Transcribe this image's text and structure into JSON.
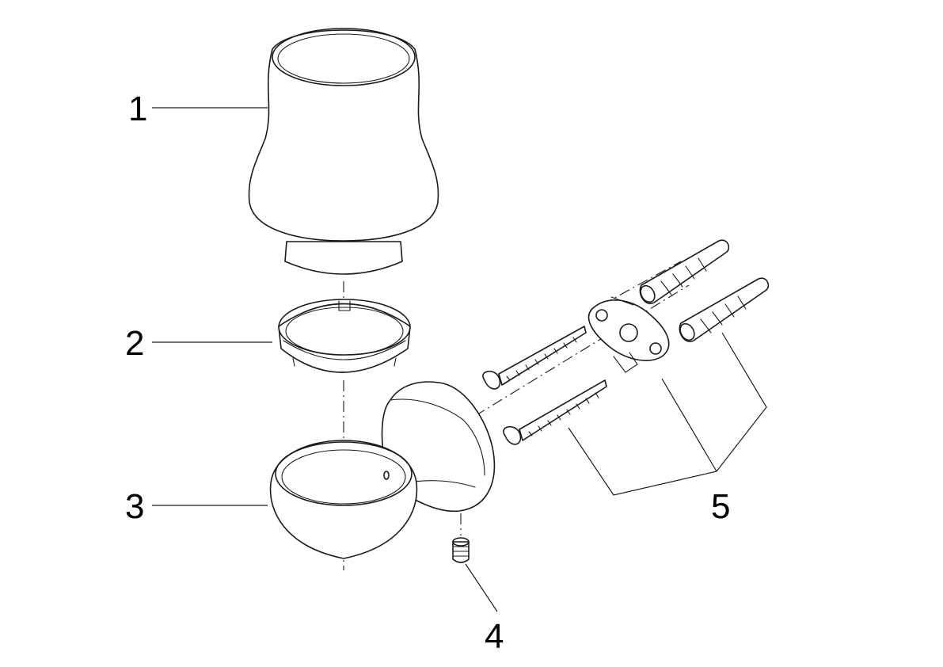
{
  "diagram": {
    "callouts": [
      {
        "id": "1",
        "label": "1"
      },
      {
        "id": "2",
        "label": "2"
      },
      {
        "id": "3",
        "label": "3"
      },
      {
        "id": "4",
        "label": "4"
      },
      {
        "id": "5",
        "label": "5"
      }
    ]
  },
  "colors": {
    "line": "#1a1a1a",
    "background": "#ffffff"
  }
}
